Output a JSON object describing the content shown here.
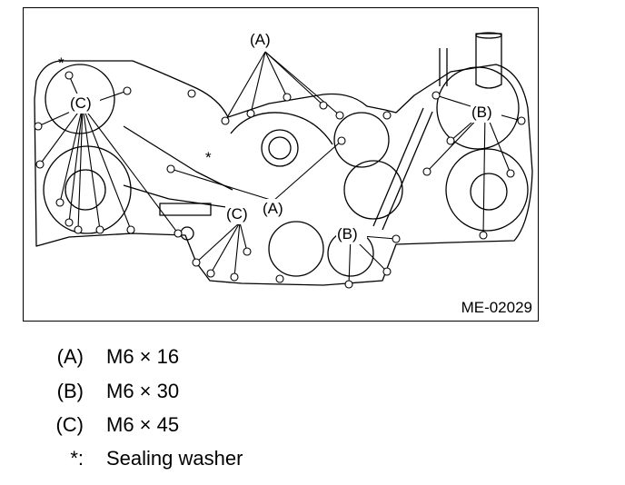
{
  "figure": {
    "id": "ME-02029",
    "callouts": {
      "a_top": "(A)",
      "a_mid": "(A)",
      "b_right": "(B)",
      "b_lower": "(B)",
      "c_left": "(C)",
      "c_lower": "(C)",
      "washer_mark": "*"
    }
  },
  "legend": [
    {
      "key": "(A)",
      "value": "M6 × 16"
    },
    {
      "key": "(B)",
      "value": "M6 × 30"
    },
    {
      "key": "(C)",
      "value": "M6 × 45"
    },
    {
      "key": "*:",
      "value": "Sealing washer"
    }
  ]
}
